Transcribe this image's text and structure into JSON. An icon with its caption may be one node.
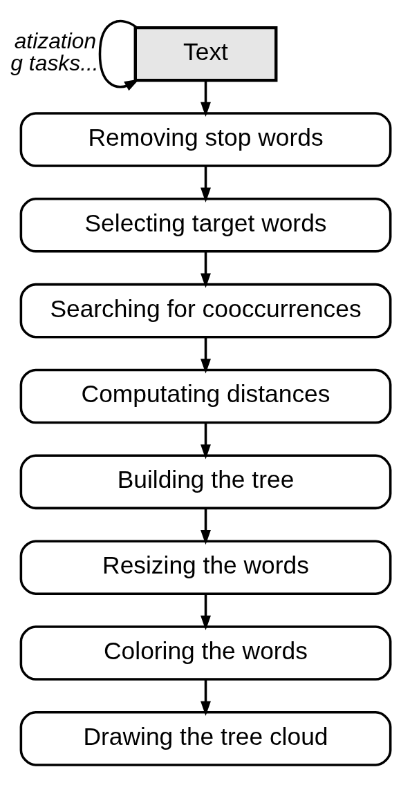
{
  "diagram": {
    "nodes": [
      {
        "text": [
          "Text"
        ]
      },
      {
        "text": [
          "Removing stop words"
        ]
      },
      {
        "text": [
          "Selecting target words"
        ]
      },
      {
        "text": [
          "Searching for cooccurrences"
        ]
      },
      {
        "text": [
          "Computating distances"
        ]
      },
      {
        "text": [
          "Building the tree"
        ]
      },
      {
        "text": [
          "Resizing the words"
        ]
      },
      {
        "text": [
          "Coloring the words"
        ]
      },
      {
        "text": [
          "Drawing the tree cloud"
        ]
      }
    ],
    "edges": [
      {
        "from": 0,
        "to": 0,
        "arrow": "to",
        "label": "atization g tasks..."
      },
      {
        "from": 0,
        "to": 1,
        "arrow": "to"
      },
      {
        "from": 1,
        "to": 2,
        "arrow": "to"
      },
      {
        "from": 2,
        "to": 3,
        "arrow": "to"
      },
      {
        "from": 3,
        "to": 4,
        "arrow": "to"
      },
      {
        "from": 4,
        "to": 5,
        "arrow": "to"
      },
      {
        "from": 5,
        "to": 6,
        "arrow": "to"
      },
      {
        "from": 6,
        "to": 7,
        "arrow": "to"
      },
      {
        "from": 7,
        "to": 8,
        "arrow": "to"
      }
    ]
  }
}
